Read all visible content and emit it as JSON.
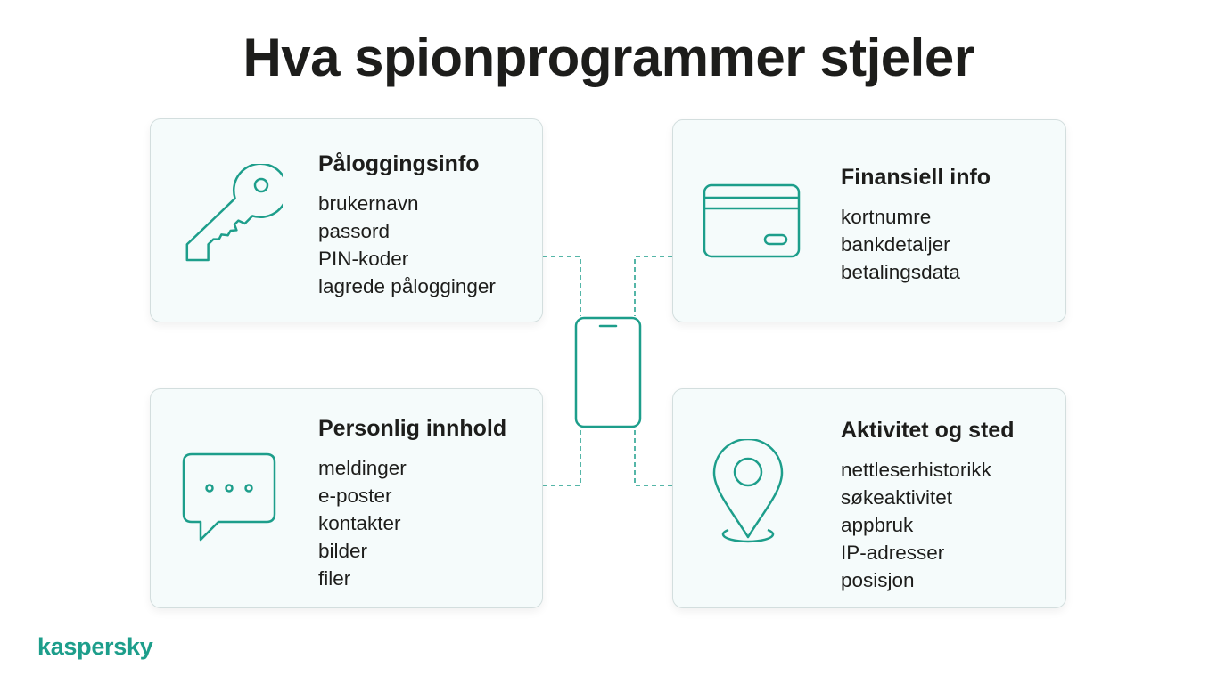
{
  "title": "Hva spionprogrammer stjeler",
  "brand": {
    "logo_text": "kaspersky",
    "accent_color": "#1d9e8b"
  },
  "center_device": {
    "icon": "smartphone-icon"
  },
  "cards": {
    "login": {
      "icon": "key-icon",
      "title": "Påloggingsinfo",
      "items": [
        "brukernavn",
        "passord",
        "PIN-koder",
        "lagrede pålogginger"
      ]
    },
    "finance": {
      "icon": "credit-card-icon",
      "title": "Finansiell info",
      "items": [
        "kortnumre",
        "bankdetaljer",
        "betalingsdata"
      ]
    },
    "personal": {
      "icon": "chat-bubble-icon",
      "title": "Personlig innhold",
      "items": [
        "meldinger",
        "e-poster",
        "kontakter",
        "bilder",
        "filer"
      ]
    },
    "activity": {
      "icon": "location-pin-icon",
      "title": "Aktivitet og sted",
      "items": [
        "nettleserhistorikk",
        "søkeaktivitet",
        "appbruk",
        "IP-adresser",
        "posisjon"
      ]
    }
  }
}
